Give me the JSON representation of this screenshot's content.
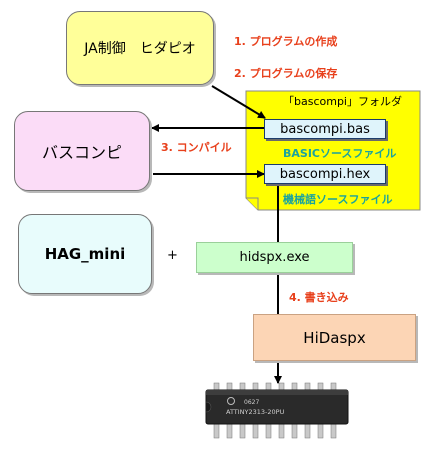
{
  "nodes": {
    "ja_hidapio": "JA制御　ヒダピオ",
    "buscompi": "バスコンピ",
    "hag_mini": "HAG_mini",
    "plus": "+",
    "hidspx": "hidspx.exe",
    "hidaspx": "HiDaspx"
  },
  "folder": {
    "title": "「bascompi」フォルダ",
    "bas_file": "bascompi.bas",
    "bas_caption": "BASICソースファイル",
    "hex_file": "bascompi.hex",
    "hex_caption": "機械語ソースファイル"
  },
  "steps": {
    "s1": "1. プログラムの作成",
    "s2": "2. プログラムの保存",
    "s3": "3. コンパイル",
    "s4": "4. 書き込み"
  },
  "chip": {
    "mark": "0627",
    "part": "ATTINY2313-20PU"
  },
  "colors": {
    "yellow": "#ffff99",
    "folder_yellow": "#ffff00",
    "pink": "#fbdcf7",
    "cyan": "#e8fcfc",
    "green": "#ccffcc",
    "orange": "#fcd5b5",
    "file_blue": "#dff4fb",
    "step_red": "#e8401c",
    "caption_teal": "#1aa39e"
  }
}
